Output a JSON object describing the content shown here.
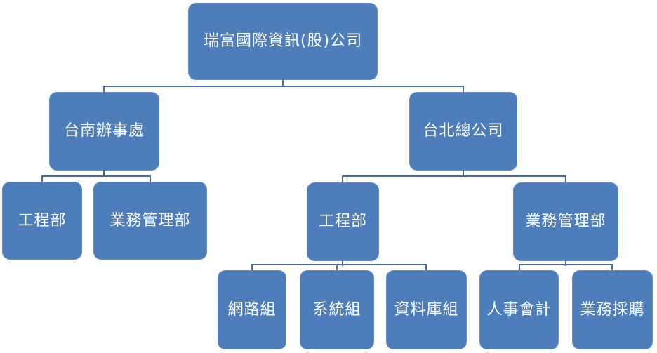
{
  "diagram": {
    "type": "org-chart",
    "style": {
      "node_fill_color": "#4e7dbb",
      "connector_color": "#476b9f",
      "node_text_color": "#ffffff",
      "background_color": "#ffffff"
    }
  },
  "hierarchy": {
    "label": "瑞富國際資訊(股)公司",
    "children": [
      {
        "label": "台南辦事處",
        "children": [
          {
            "label": "工程部"
          },
          {
            "label": "業務管理部"
          }
        ]
      },
      {
        "label": "台北總公司",
        "children": [
          {
            "label": "工程部",
            "children": [
              {
                "label": "網路組"
              },
              {
                "label": "系統組"
              },
              {
                "label": "資料庫組"
              }
            ]
          },
          {
            "label": "業務管理部",
            "children": [
              {
                "label": "人事會計"
              },
              {
                "label": "業務採購"
              }
            ]
          }
        ]
      }
    ]
  }
}
